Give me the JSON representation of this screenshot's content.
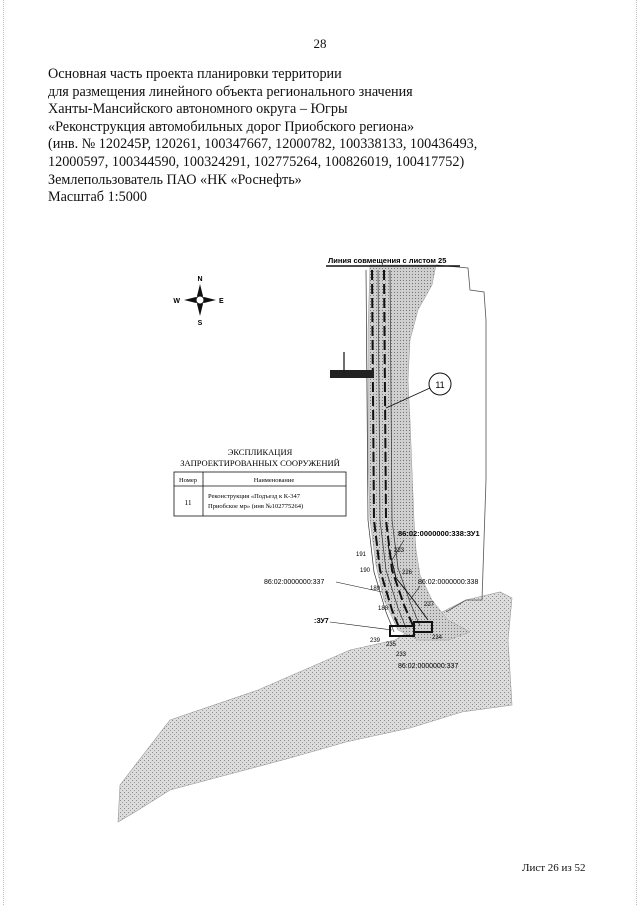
{
  "page_number": "28",
  "header_lines": [
    "Основная часть проекта планировки территории",
    "для размещения линейного объекта регионального значения",
    "Ханты-Мансийского автономного округа – Югры",
    "«Реконструкция автомобильных дорог Приобского региона»",
    "(инв. № 120245Р, 120261, 100347667, 12000782, 100338133, 100436493,",
    "12000597, 100344590, 100324291, 102775264, 100826019, 100417752)",
    "Землепользователь ПАО «НК «Роснефть»",
    "Масштаб 1:5000"
  ],
  "compass": {
    "n": "N",
    "s": "S",
    "w": "W",
    "e": "E"
  },
  "match_line_label": "Линия совмещения с листом 25",
  "callout_number": "11",
  "legend": {
    "title_line1": "ЭКСПЛИКАЦИЯ",
    "title_line2": "ЗАПРОЕКТИРОВАННЫХ СООРУЖЕНИЙ",
    "col_number": "Номер",
    "col_name": "Наименование",
    "row_number": "11",
    "row_name_line1": "Реконструкция «Подъезд к К-347",
    "row_name_line2": "Приобское мр» (инв №102775264)"
  },
  "parcels": {
    "zu1": "86:02:0000000:338:ЗУ1",
    "p337_upper": "86:02:0000000:337",
    "p338": "86:02:0000000:338",
    "zu7": ":ЗУ7",
    "p337_lower": "86:02:0000000:337"
  },
  "points": {
    "p191": "191",
    "p223": "223",
    "p190": "190",
    "p226": "226",
    "p189": "189",
    "p188": "188",
    "p227": "227",
    "p239": "239",
    "p235": "235",
    "p234": "234",
    "p233": "233"
  },
  "footer": "Лист 26 из 52"
}
